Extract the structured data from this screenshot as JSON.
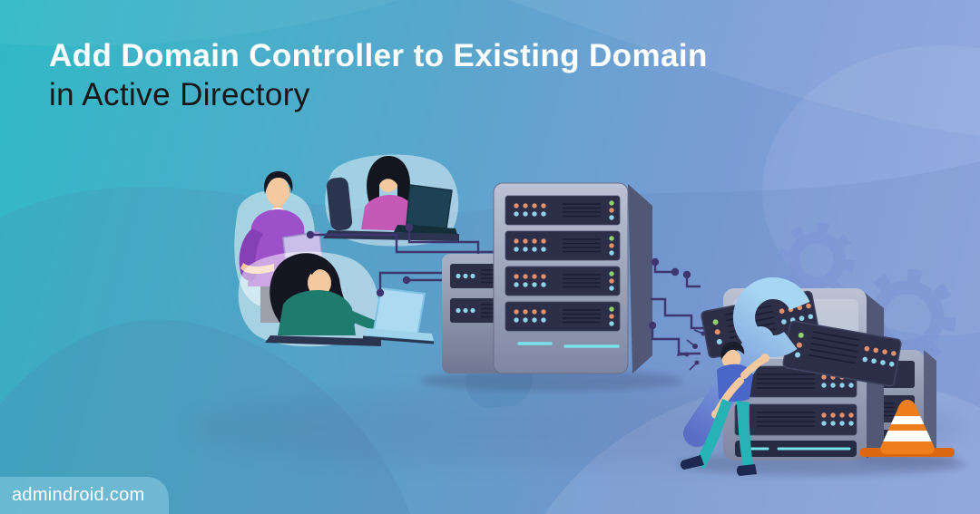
{
  "page": {
    "title_line1": "Add Domain Controller to Existing Domain",
    "title_line2": "in Active Directory",
    "website_label": "admindroid.com"
  },
  "theme": {
    "bg_gradient_start": "#2fb9c6",
    "bg_gradient_end": "#90a5e0",
    "title_primary_color": "#ffffff",
    "title_secondary_color": "#171717",
    "circuit_color": "#3f3670",
    "server_panel_color": "#2d2e48",
    "server_frame_color": "#b0b7ca",
    "led_green": "#90d06e",
    "led_orange": "#e2906c",
    "led_blue": "#8fd2e8",
    "accent_cyan": "#78e2e8",
    "wrench_color": "#a6d6f2",
    "cone_orange": "#ee7e1c",
    "people_colors": {
      "purple_sweater": "#9c50c9",
      "magenta_top": "#c45ab6",
      "teal_sweater": "#1f7b6e",
      "engineer_shirt": "#4a66c8",
      "engineer_pants": "#27b3b5"
    }
  },
  "illustration": {
    "scene_items": [
      "admin-user-with-laptop-purple",
      "admin-user-with-laptop-magenta",
      "admin-user-with-laptop-teal",
      "network-circuit-links",
      "primary-domain-controller-rack",
      "secondary-server-rack-left",
      "server-rack-right-rear",
      "server-rack-under-maintenance",
      "engineer-with-wrench",
      "gear-icons",
      "traffic-cone"
    ]
  }
}
